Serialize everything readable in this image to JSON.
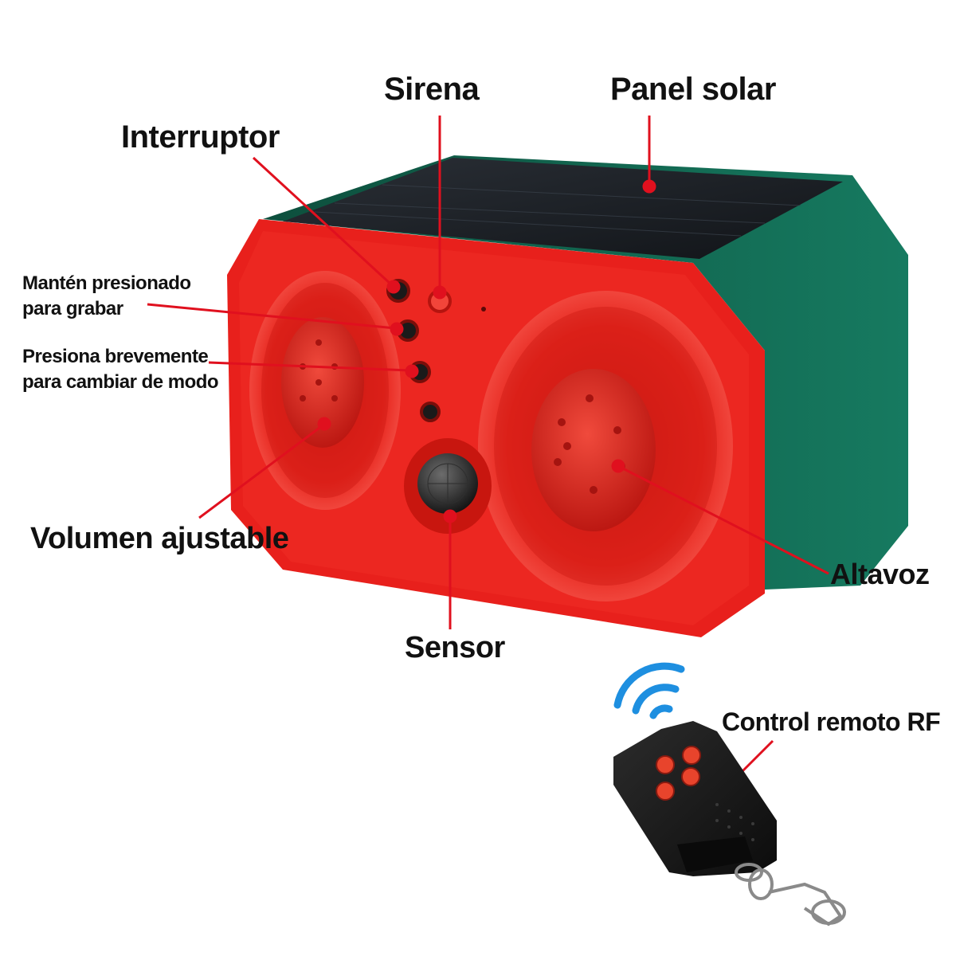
{
  "labels": {
    "sirena": "Sirena",
    "panel_solar": "Panel solar",
    "interruptor": "Interruptor",
    "manten_line1": "Mantén presionado",
    "manten_line2": "para grabar",
    "presiona_line1": "Presiona brevemente",
    "presiona_line2": "para cambiar de modo",
    "volumen": "Volumen ajustable",
    "altavoz": "Altavoz",
    "sensor": "Sensor",
    "control_remoto": "Control remoto RF"
  },
  "colors": {
    "body_red": "#e8201c",
    "body_red_dark": "#b5140f",
    "side_green": "#0f5a45",
    "side_green_light": "#14705a",
    "solar_dark": "#1c2026",
    "pointer_red": "#e0101e",
    "wifi_blue": "#1e8fe0",
    "remote_black": "#1a1a1a",
    "remote_button": "#e8442c"
  },
  "icons": [
    "wifi-signal-icon",
    "keyring-icon"
  ]
}
